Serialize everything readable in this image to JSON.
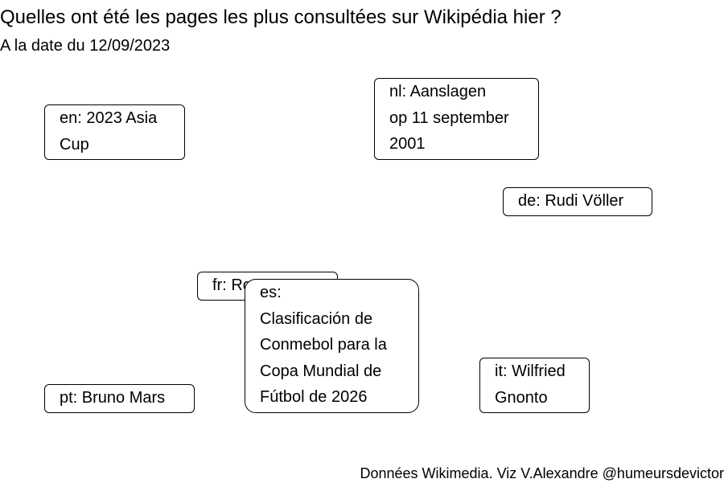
{
  "title": "Quelles ont été les pages les plus consultées sur Wikipédia hier ?",
  "subtitle": "A la date du 12/09/2023",
  "caption": "Données Wikimedia. Viz V.Alexandre @humeursdevictor",
  "labels": {
    "en": "en: 2023 Asia\nCup",
    "nl": "nl: Aanslagen\nop 11 september\n2001",
    "de": "de: Rudi Völler",
    "fr": "fr: Ro",
    "es": "es:\nClasificación de\nConmebol para la\nCopa Mundial de\nFútbol de 2026",
    "pt": "pt: Bruno Mars",
    "it": "it: Wilfried\nGnonto"
  }
}
